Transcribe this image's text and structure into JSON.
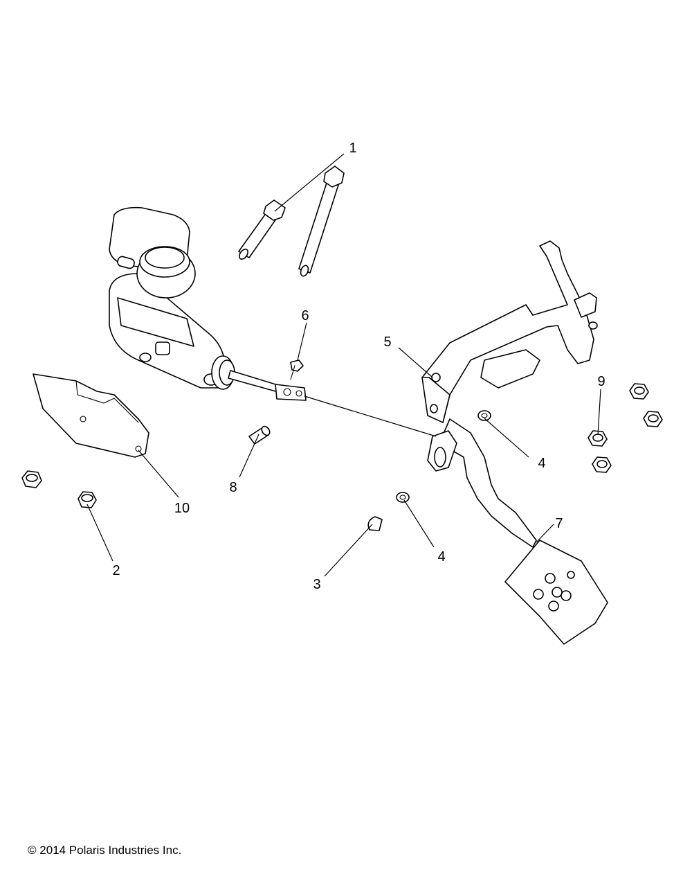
{
  "diagram": {
    "callouts": [
      {
        "id": "c1",
        "label": "1"
      },
      {
        "id": "c2",
        "label": "2"
      },
      {
        "id": "c3",
        "label": "3"
      },
      {
        "id": "c4a",
        "label": "4"
      },
      {
        "id": "c4b",
        "label": "4"
      },
      {
        "id": "c5",
        "label": "5"
      },
      {
        "id": "c6",
        "label": "6"
      },
      {
        "id": "c7",
        "label": "7"
      },
      {
        "id": "c8",
        "label": "8"
      },
      {
        "id": "c9",
        "label": "9"
      },
      {
        "id": "c10",
        "label": "10"
      }
    ],
    "copyright": "© 2014 Polaris Industries Inc."
  }
}
